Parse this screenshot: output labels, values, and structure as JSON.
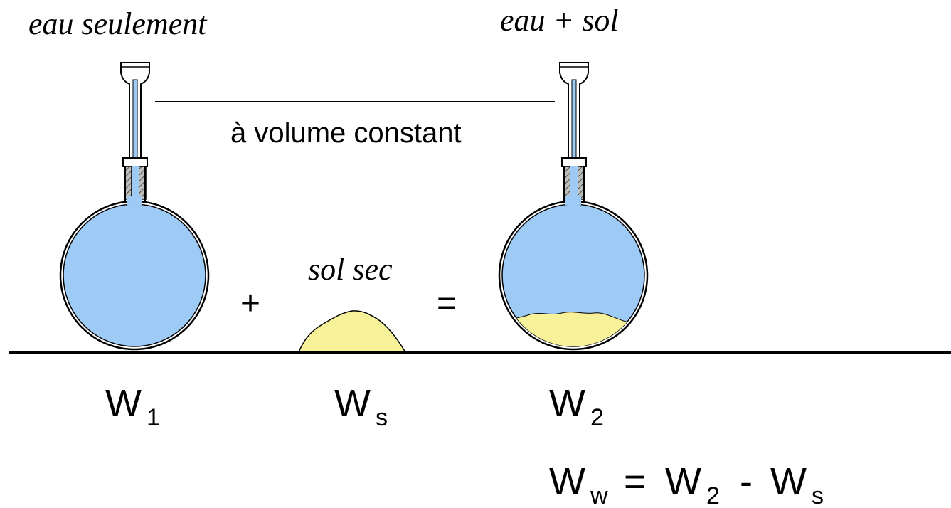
{
  "labels": {
    "left_flask": "eau seulement",
    "right_flask": "eau + sol",
    "constant_volume": "à volume constant",
    "dry_soil": "sol sec",
    "plus": "+",
    "equals": "="
  },
  "weights": {
    "w1": {
      "base": "W",
      "sub": "1"
    },
    "ws": {
      "base": "W",
      "sub": "s"
    },
    "w2": {
      "base": "W",
      "sub": "2"
    }
  },
  "formula": {
    "lhs_base": "W",
    "lhs_sub": "w",
    "eq": "=",
    "t1_base": "W",
    "t1_sub": "2",
    "minus": "-",
    "t2_base": "W",
    "t2_sub": "s"
  },
  "colors": {
    "water": "#9ecbf5",
    "soil": "#f7f29a",
    "outline": "#000000",
    "stopper": "#a0a0a0"
  }
}
